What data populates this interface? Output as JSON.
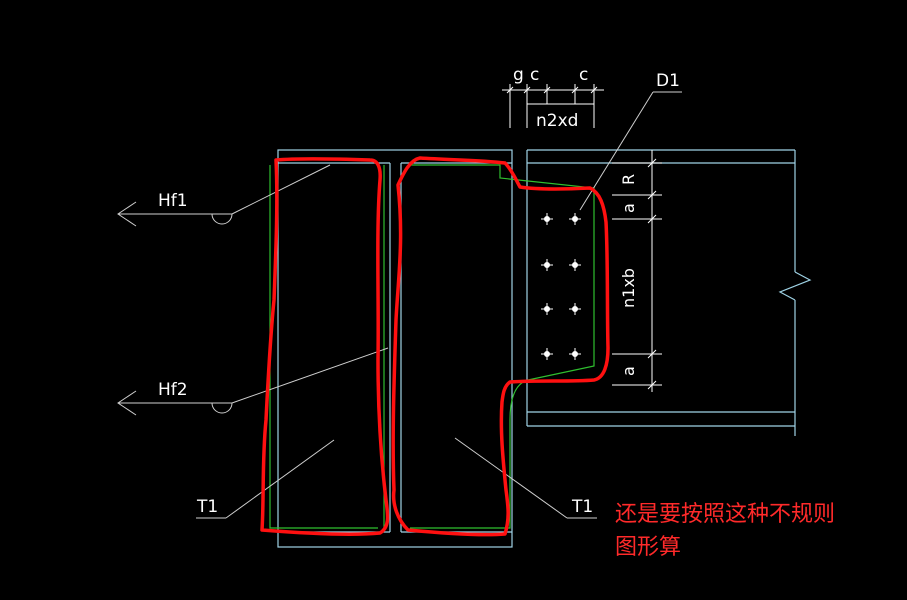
{
  "labels": {
    "g": "g",
    "c_left": "c",
    "c_right": "c",
    "n2xd": "n2xd",
    "d1": "D1",
    "hf1": "Hf1",
    "hf2": "Hf2",
    "t1_left": "T1",
    "t1_right": "T1",
    "dim_r": "R",
    "dim_a_top": "a",
    "dim_n1xb": "n1xb",
    "dim_a_bottom": "a"
  },
  "note": {
    "line1": "还是要按照这种不规则",
    "line2": "图形算"
  },
  "colors": {
    "background": "#000000",
    "steel_line": "#9fd3e6",
    "white_line": "#ffffff",
    "leader_line": "#cfcfcf",
    "weld_green": "#2fbf2f",
    "markup_red": "#ff1010",
    "note_red": "#ff2a2a"
  }
}
